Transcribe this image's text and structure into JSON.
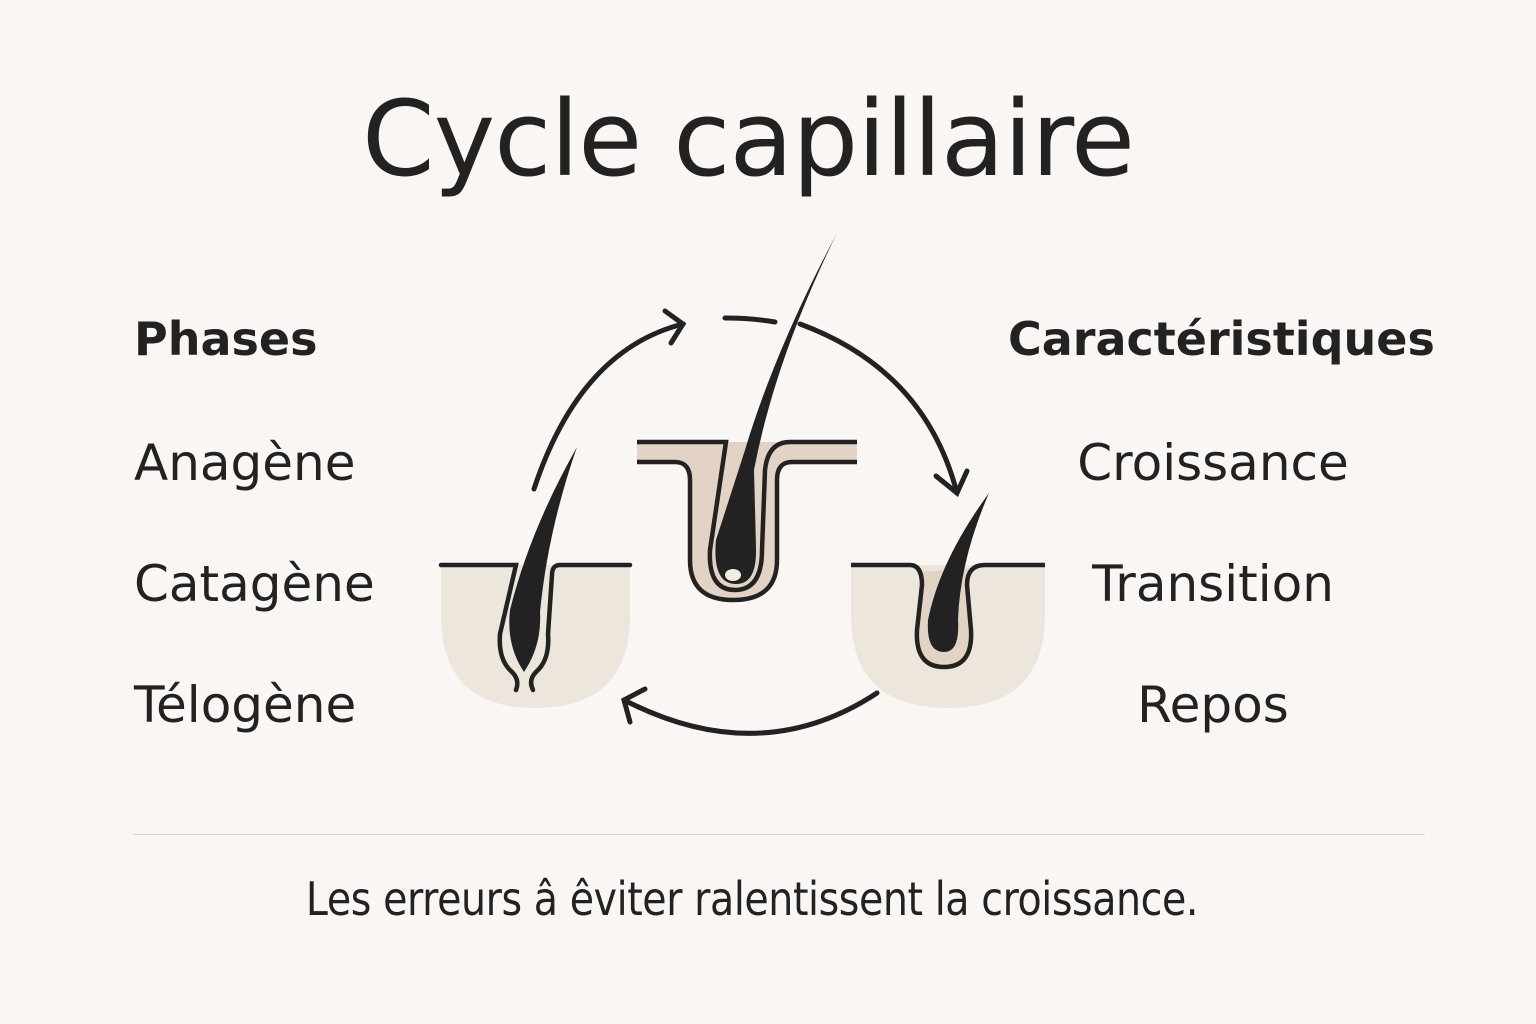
{
  "title": "Cycle capillaire",
  "phases": {
    "header": "Phases",
    "items": [
      "Anagène",
      "Catagène",
      "Télogène"
    ]
  },
  "characteristics": {
    "header": "Caractéristiques",
    "items": [
      "Croissance",
      "Transition",
      "Repos"
    ]
  },
  "footer": "Les erreurs â êviter ralentissent la croissance.",
  "colors": {
    "background": "#f9f6f3",
    "ink": "#222222",
    "skin": "#ede6dc",
    "follicle": "#e2d3c4"
  }
}
